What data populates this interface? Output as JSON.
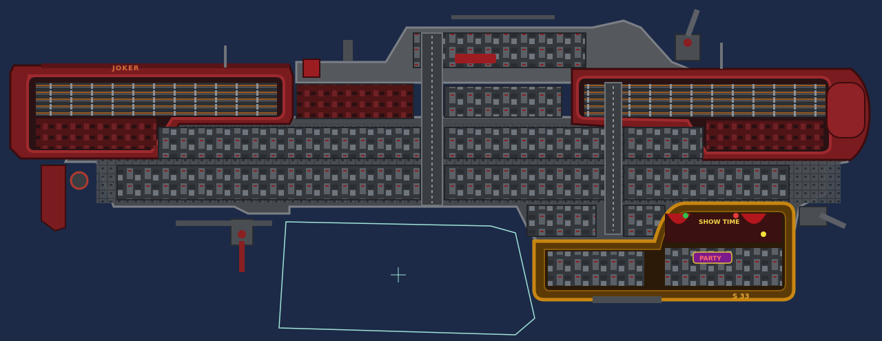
{
  "ship": {
    "nameplate": "JOKER",
    "hull_code": "S 33",
    "stage_sign": "SHOW TIME",
    "party_sign": "PARTY",
    "hull_color": "#8a1f22",
    "hull_dark": "#4a0f12",
    "trim_color": "#b57a12",
    "frame_color": "#6d6f72",
    "background": "#1c2a47"
  },
  "cursor": {
    "icon": "crosshair-icon"
  }
}
